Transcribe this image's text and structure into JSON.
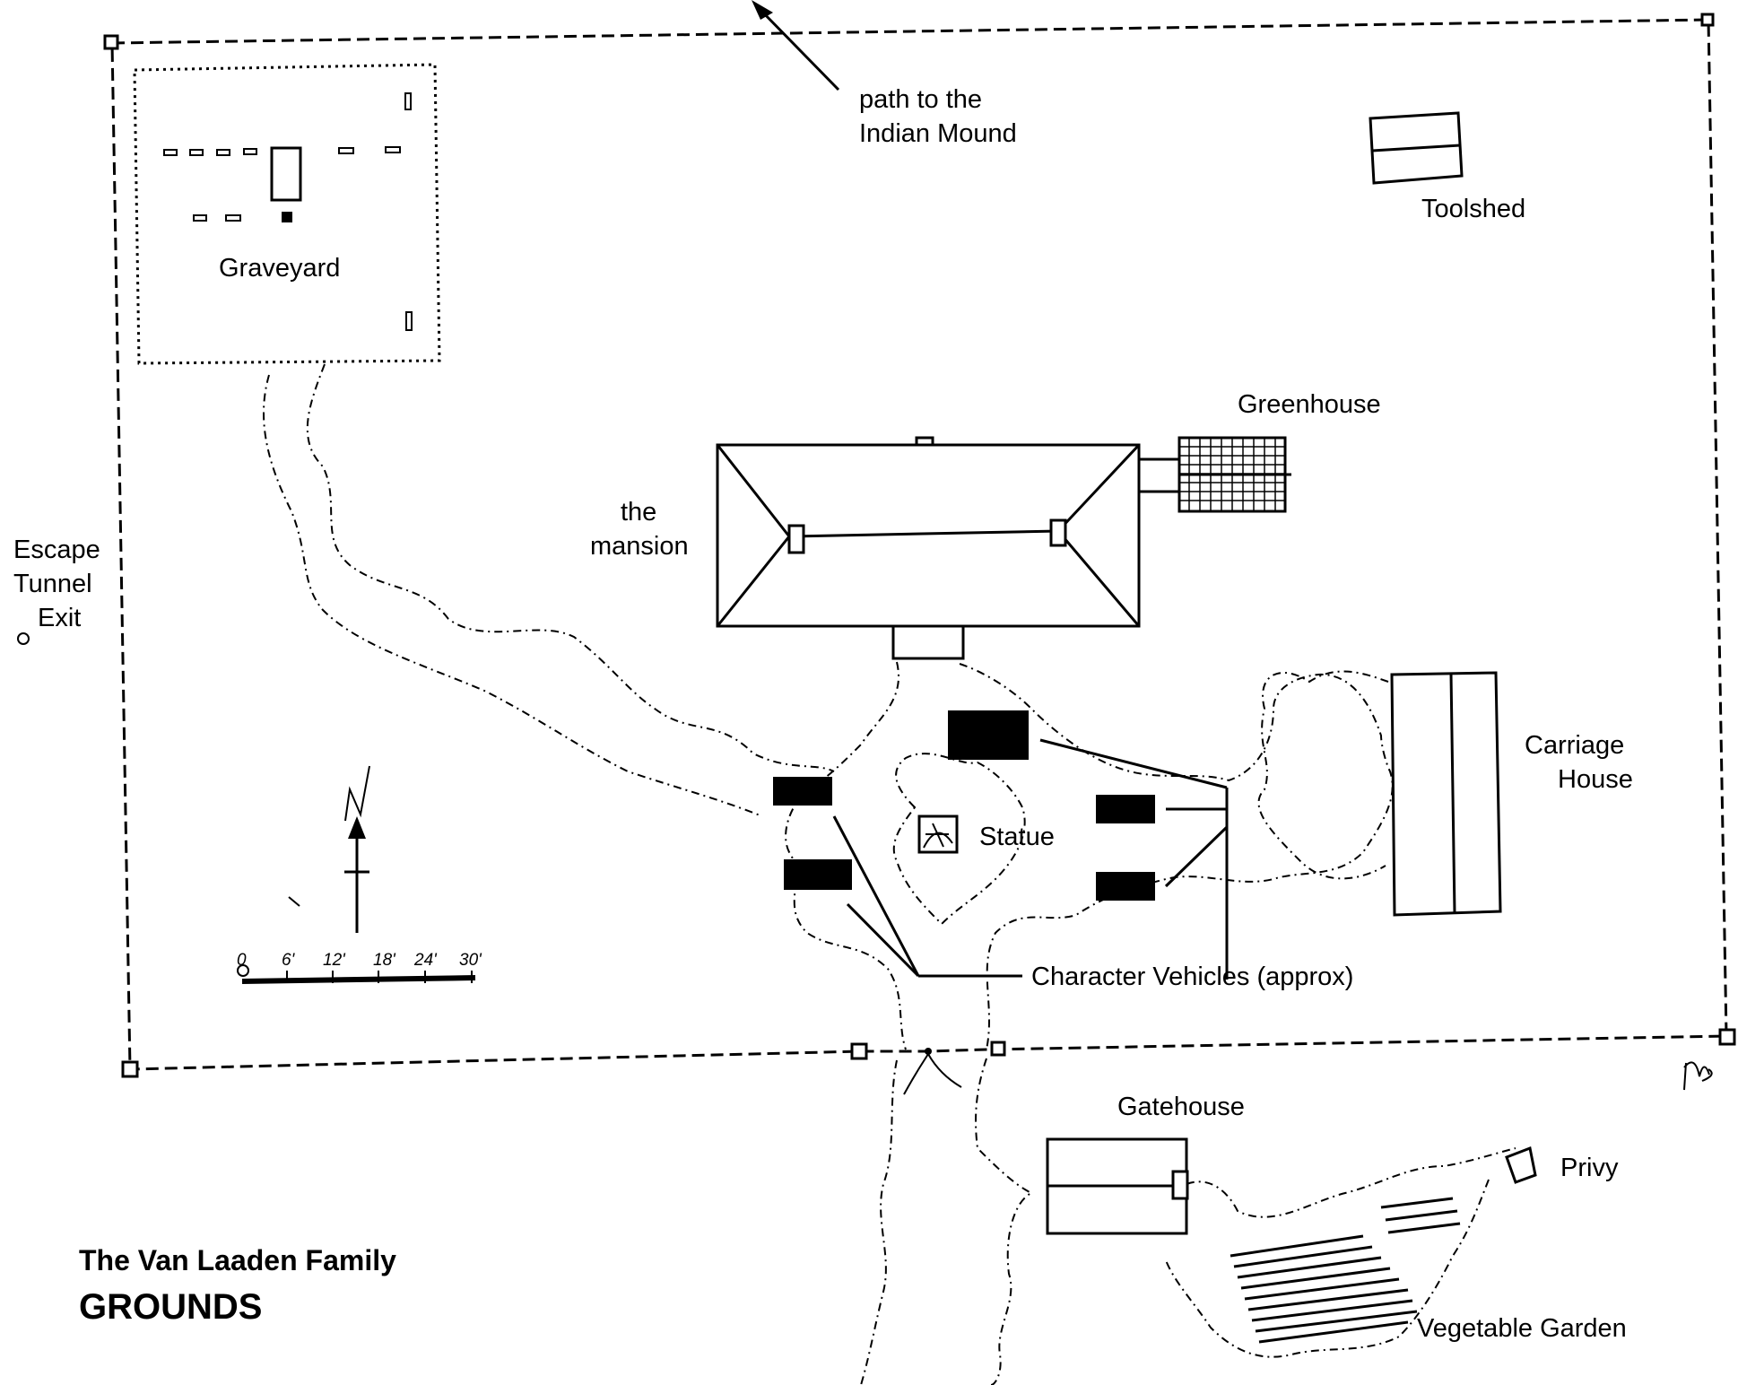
{
  "title": {
    "line1": "The Van Laaden Family",
    "line2": "GROUNDS"
  },
  "labels": {
    "path_to_mound_1": "path to the",
    "path_to_mound_2": "Indian Mound",
    "toolshed": "Toolshed",
    "graveyard": "Graveyard",
    "greenhouse": "Greenhouse",
    "mansion_1": "the",
    "mansion_2": "mansion",
    "escape_1": "Escape",
    "escape_2": "Tunnel",
    "escape_3": "Exit",
    "carriage_1": "Carriage",
    "carriage_2": "House",
    "statue": "Statue",
    "vehicles": "Character Vehicles (approx)",
    "gatehouse": "Gatehouse",
    "privy": "Privy",
    "garden": "Vegetable Garden"
  },
  "scale_bar": {
    "ticks": [
      "0",
      "6'",
      "12'",
      "18'",
      "24'",
      "30'"
    ]
  },
  "north_arrow": {
    "letter": "N"
  },
  "signature": "MS"
}
